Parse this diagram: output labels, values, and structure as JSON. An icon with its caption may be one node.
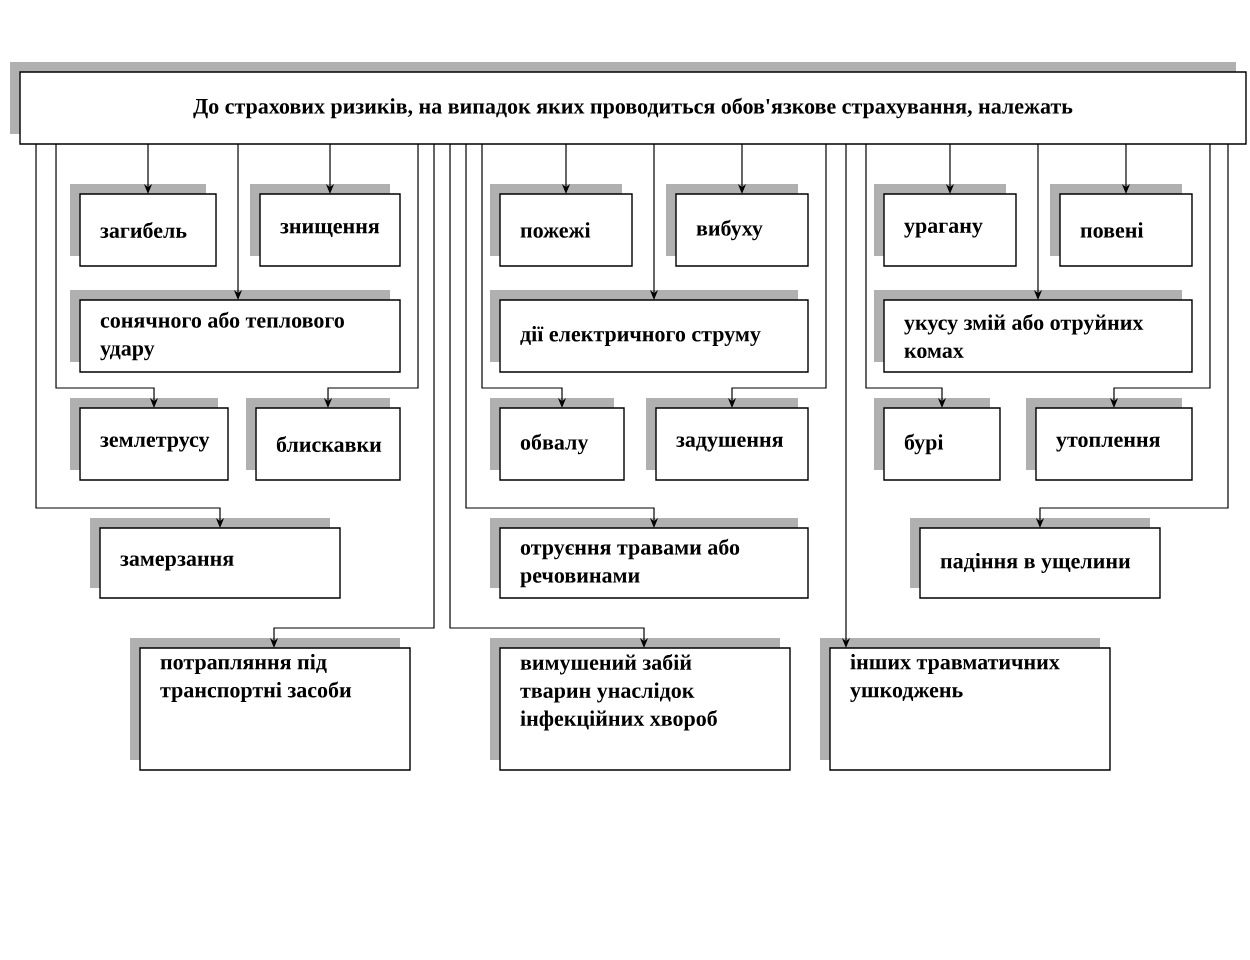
{
  "diagram": {
    "nodes": [
      {
        "text": [
          "До страхових ризиків, на випадок яких проводиться обов'язкове страхування, належать"
        ]
      },
      {
        "text": [
          "загибель"
        ]
      },
      {
        "text": [
          "знищення"
        ]
      },
      {
        "text": [
          "пожежі"
        ]
      },
      {
        "text": [
          "вибуху"
        ]
      },
      {
        "text": [
          "урагану"
        ]
      },
      {
        "text": [
          "повені"
        ]
      },
      {
        "text": [
          "сонячного або теплового удару"
        ]
      },
      {
        "text": [
          "дії електричного струму"
        ]
      },
      {
        "text": [
          "укусу змій або отруйних комах"
        ]
      },
      {
        "text": [
          "землетрусу"
        ]
      },
      {
        "text": [
          "блискавки"
        ]
      },
      {
        "text": [
          "обвалу"
        ]
      },
      {
        "text": [
          "задушення"
        ]
      },
      {
        "text": [
          "бурі"
        ]
      },
      {
        "text": [
          "утоплення"
        ]
      },
      {
        "text": [
          "замерзання"
        ]
      },
      {
        "text": [
          "отруєння травами або речовинами"
        ]
      },
      {
        "text": [
          "падіння в ущелини"
        ]
      },
      {
        "text": [
          "потрапляння під транспортні засоби"
        ]
      },
      {
        "text": [
          "вимушений забій тварин унаслідок інфекційних хвороб"
        ]
      },
      {
        "text": [
          "інших травматичних ушкоджень"
        ]
      }
    ],
    "edges": [
      {
        "from": 0,
        "to": 1,
        "arrow": "to"
      },
      {
        "from": 0,
        "to": 2,
        "arrow": "to"
      },
      {
        "from": 0,
        "to": 3,
        "arrow": "to"
      },
      {
        "from": 0,
        "to": 4,
        "arrow": "to"
      },
      {
        "from": 0,
        "to": 5,
        "arrow": "to"
      },
      {
        "from": 0,
        "to": 6,
        "arrow": "to"
      },
      {
        "from": 0,
        "to": 7,
        "arrow": "to"
      },
      {
        "from": 0,
        "to": 8,
        "arrow": "to"
      },
      {
        "from": 0,
        "to": 9,
        "arrow": "to"
      },
      {
        "from": 0,
        "to": 10,
        "arrow": "to"
      },
      {
        "from": 0,
        "to": 11,
        "arrow": "to"
      },
      {
        "from": 0,
        "to": 12,
        "arrow": "to"
      },
      {
        "from": 0,
        "to": 13,
        "arrow": "to"
      },
      {
        "from": 0,
        "to": 14,
        "arrow": "to"
      },
      {
        "from": 0,
        "to": 15,
        "arrow": "to"
      },
      {
        "from": 0,
        "to": 16,
        "arrow": "to"
      },
      {
        "from": 0,
        "to": 17,
        "arrow": "to"
      },
      {
        "from": 0,
        "to": 18,
        "arrow": "to"
      },
      {
        "from": 0,
        "to": 19,
        "arrow": "to"
      },
      {
        "from": 0,
        "to": 20,
        "arrow": "to"
      },
      {
        "from": 0,
        "to": 21,
        "arrow": "to"
      }
    ]
  }
}
